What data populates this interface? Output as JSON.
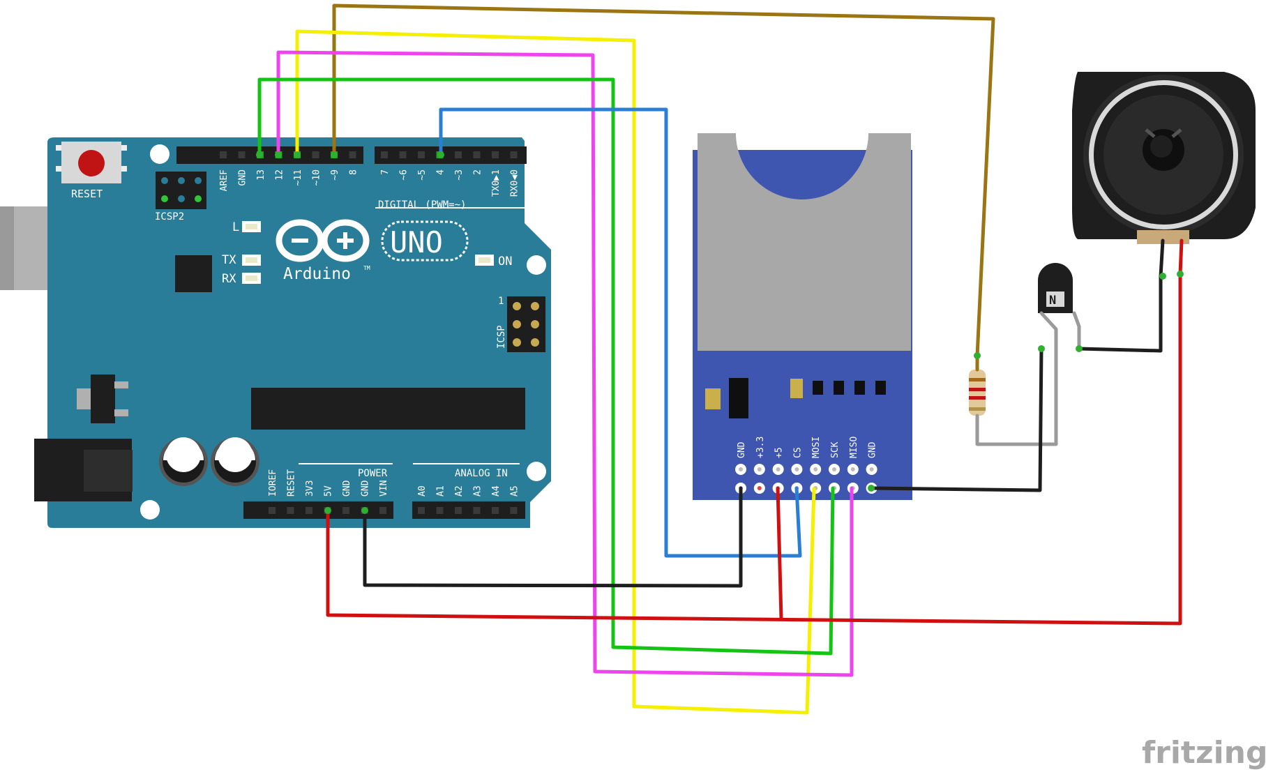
{
  "arduino": {
    "reset_label": "RESET",
    "icsp2_label": "ICSP2",
    "icsp_label": "ICSP",
    "icsp_pin1": "1",
    "l_label": "L",
    "tx_label": "TX",
    "rx_label": "RX",
    "on_label": "ON",
    "brand_name": "Arduino",
    "trademark": "TM",
    "model": "UNO",
    "digital_label": "DIGITAL (PWM=~)",
    "power_label": "POWER",
    "analog_label": "ANALOG IN",
    "digital_pins_left": [
      "AREF",
      "GND",
      "13",
      "12",
      "~11",
      "~10",
      "~9",
      "8"
    ],
    "digital_pins_right": [
      "7",
      "~6",
      "~5",
      "4",
      "~3",
      "2",
      "TX0▶1",
      "RX0◀0"
    ],
    "power_pins": [
      "IOREF",
      "RESET",
      "3V3",
      "5V",
      "GND",
      "GND",
      "VIN"
    ],
    "analog_pins": [
      "A0",
      "A1",
      "A2",
      "A3",
      "A4",
      "A5"
    ]
  },
  "sd_module": {
    "pins": [
      "GND",
      "+3.3",
      "+5",
      "CS",
      "MOSI",
      "SCK",
      "MISO",
      "GND"
    ]
  },
  "wires": [
    {
      "name": "brown",
      "color": "#9b7413"
    },
    {
      "name": "yellow",
      "color": "#f4f000"
    },
    {
      "name": "magenta",
      "color": "#ee44ee"
    },
    {
      "name": "green",
      "color": "#14c414"
    },
    {
      "name": "blue",
      "color": "#2a7fd4"
    },
    {
      "name": "black",
      "color": "#1e1e1e"
    },
    {
      "name": "red",
      "color": "#d01010"
    },
    {
      "name": "gray",
      "color": "#9a9a9a"
    }
  ],
  "colors": {
    "board": "#2a7d99",
    "sd_board": "#3e56b0",
    "header": "#1e1e1e"
  },
  "watermark": "fritzing"
}
